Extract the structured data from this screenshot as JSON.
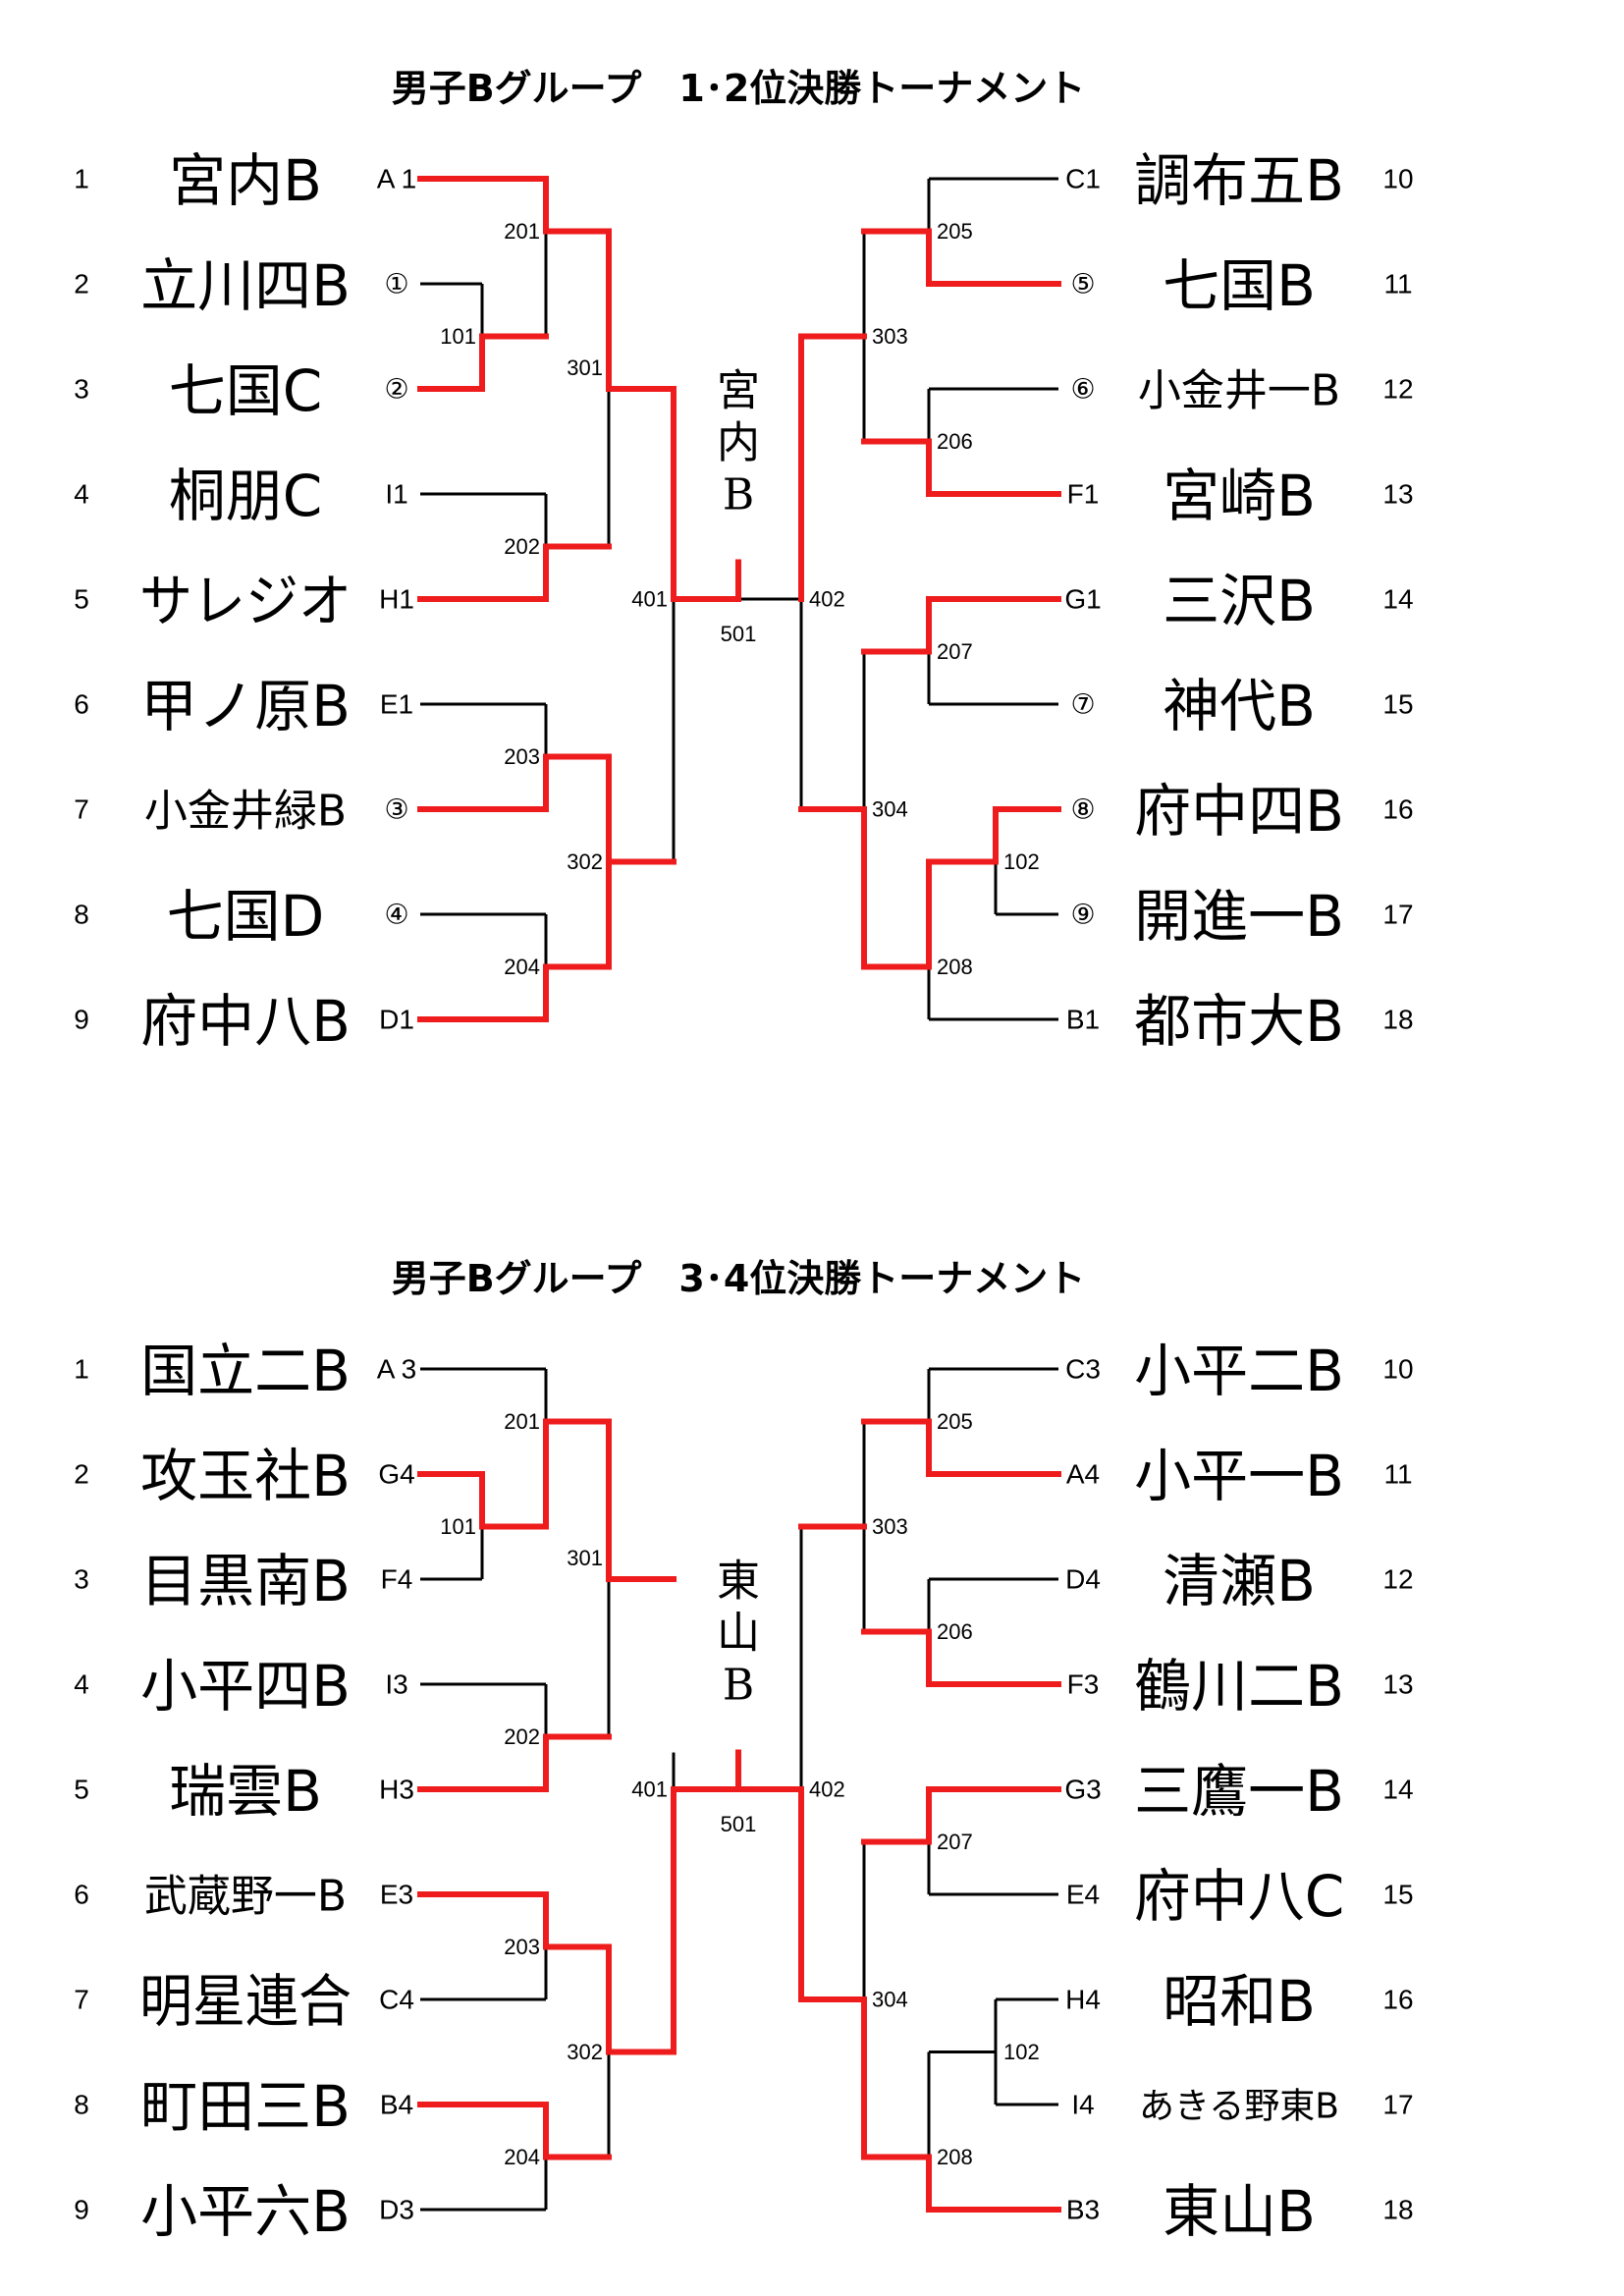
{
  "colors": {
    "winner_line": "#ee1c1c",
    "line": "#000000"
  },
  "brackets": [
    {
      "title": "男子Bグループ　1･2位決勝トーナメント",
      "champion": [
        "宮",
        "内",
        "B"
      ],
      "left": [
        {
          "seed": "1",
          "name": "宮内B",
          "code": "A 1"
        },
        {
          "seed": "2",
          "name": "立川四B",
          "code": "①"
        },
        {
          "seed": "3",
          "name": "七国C",
          "code": "②"
        },
        {
          "seed": "4",
          "name": "桐朋C",
          "code": "I1"
        },
        {
          "seed": "5",
          "name": "サレジオ",
          "code": "H1"
        },
        {
          "seed": "6",
          "name": "甲ノ原B",
          "code": "E1"
        },
        {
          "seed": "7",
          "name": "小金井緑B",
          "code": "③"
        },
        {
          "seed": "8",
          "name": "七国D",
          "code": "④"
        },
        {
          "seed": "9",
          "name": "府中八B",
          "code": "D1"
        }
      ],
      "right": [
        {
          "seed": "10",
          "name": "調布五B",
          "code": "C1"
        },
        {
          "seed": "11",
          "name": "七国B",
          "code": "⑤"
        },
        {
          "seed": "12",
          "name": "小金井一B",
          "code": "⑥"
        },
        {
          "seed": "13",
          "name": "宮崎B",
          "code": "F1"
        },
        {
          "seed": "14",
          "name": "三沢B",
          "code": "G1"
        },
        {
          "seed": "15",
          "name": "神代B",
          "code": "⑦"
        },
        {
          "seed": "16",
          "name": "府中四B",
          "code": "⑧"
        },
        {
          "seed": "17",
          "name": "開進一B",
          "code": "⑨"
        },
        {
          "seed": "18",
          "name": "都市大B",
          "code": "B1"
        }
      ],
      "matches": {
        "m101": "101",
        "m201": "201",
        "m202": "202",
        "m203": "203",
        "m204": "204",
        "m301": "301",
        "m302": "302",
        "m401": "401",
        "m501": "501",
        "m402": "402",
        "m303": "303",
        "m304": "304",
        "m205": "205",
        "m206": "206",
        "m207": "207",
        "m208": "208",
        "m102": "102"
      }
    },
    {
      "title": "男子Bグループ　3･4位決勝トーナメント",
      "champion": [
        "東",
        "山",
        "B"
      ],
      "left": [
        {
          "seed": "1",
          "name": "国立二B",
          "code": "A 3"
        },
        {
          "seed": "2",
          "name": "攻玉社B",
          "code": "G4"
        },
        {
          "seed": "3",
          "name": "目黒南B",
          "code": "F4"
        },
        {
          "seed": "4",
          "name": "小平四B",
          "code": "I3"
        },
        {
          "seed": "5",
          "name": "瑞雲B",
          "code": "H3"
        },
        {
          "seed": "6",
          "name": "武蔵野一B",
          "code": "E3"
        },
        {
          "seed": "7",
          "name": "明星連合",
          "code": "C4"
        },
        {
          "seed": "8",
          "name": "町田三B",
          "code": "B4"
        },
        {
          "seed": "9",
          "name": "小平六B",
          "code": "D3"
        }
      ],
      "right": [
        {
          "seed": "10",
          "name": "小平二B",
          "code": "C3"
        },
        {
          "seed": "11",
          "name": "小平一B",
          "code": "A4"
        },
        {
          "seed": "12",
          "name": "清瀬B",
          "code": "D4"
        },
        {
          "seed": "13",
          "name": "鶴川二B",
          "code": "F3"
        },
        {
          "seed": "14",
          "name": "三鷹一B",
          "code": "G3"
        },
        {
          "seed": "15",
          "name": "府中八C",
          "code": "E4"
        },
        {
          "seed": "16",
          "name": "昭和B",
          "code": "H4"
        },
        {
          "seed": "17",
          "name": "あきる野東B",
          "code": "I4"
        },
        {
          "seed": "18",
          "name": "東山B",
          "code": "B3"
        }
      ],
      "matches": {
        "m101": "101",
        "m201": "201",
        "m202": "202",
        "m203": "203",
        "m204": "204",
        "m301": "301",
        "m302": "302",
        "m401": "401",
        "m501": "501",
        "m402": "402",
        "m303": "303",
        "m304": "304",
        "m205": "205",
        "m206": "206",
        "m207": "207",
        "m208": "208",
        "m102": "102"
      }
    }
  ]
}
